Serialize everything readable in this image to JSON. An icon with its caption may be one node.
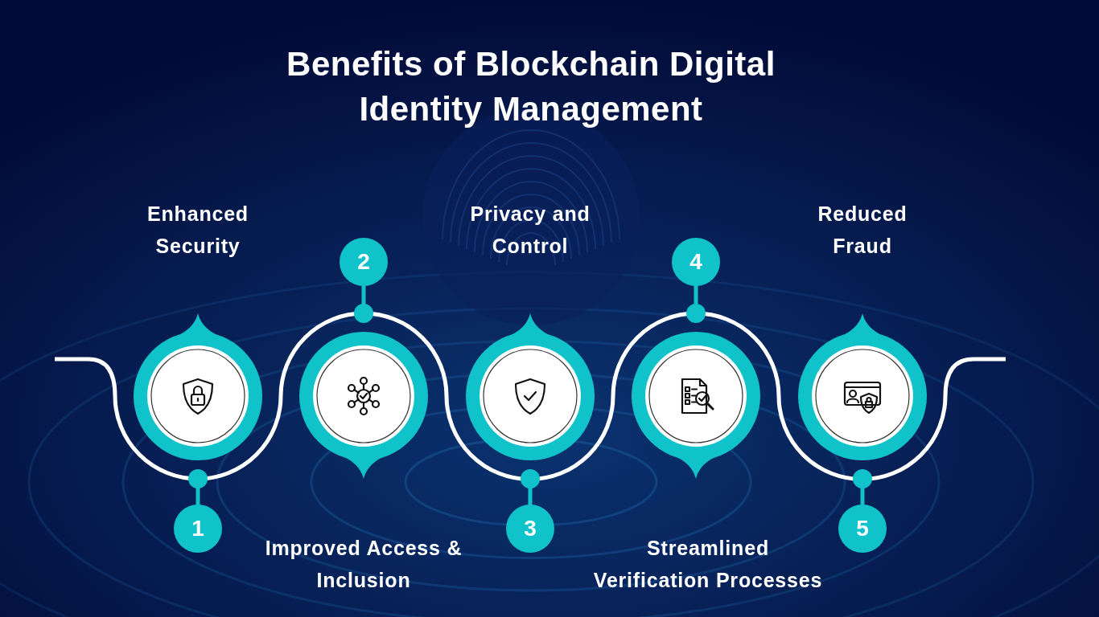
{
  "diagram": {
    "title": "Benefits of Blockchain Digital Identity Management",
    "nodes": [
      {
        "text": [],
        "shape": "circle",
        "beside": [
          "Enhanced Security"
        ]
      },
      {
        "text": [
          "1"
        ]
      },
      {
        "text": [],
        "shape": "circle",
        "beside": [
          "Improved Access & Inclusion"
        ]
      },
      {
        "text": [
          "2"
        ]
      },
      {
        "text": [],
        "shape": "circle",
        "beside": [
          "Privacy and Control"
        ]
      },
      {
        "text": [
          "3"
        ]
      },
      {
        "text": [],
        "shape": "circle"
      },
      {
        "text": [
          "4"
        ]
      },
      {
        "text": [],
        "shape": "circle",
        "beside": [
          "Reduced Fraud"
        ]
      },
      {
        "text": [
          "5"
        ]
      }
    ],
    "labels": [
      "Streamlined Verification Processes"
    ]
  }
}
